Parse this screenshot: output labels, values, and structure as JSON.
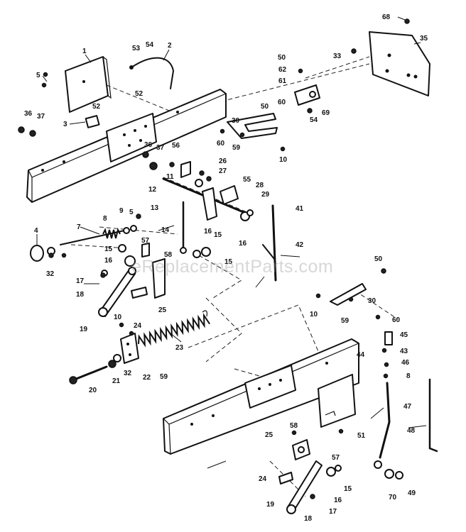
{
  "watermark": "eReplacementParts.com",
  "callouts": [
    {
      "id": "c1",
      "text": "1"
    },
    {
      "id": "c2",
      "text": "2"
    },
    {
      "id": "c3",
      "text": "3"
    },
    {
      "id": "c4",
      "text": "4"
    },
    {
      "id": "c5a",
      "text": "5"
    },
    {
      "id": "c5b",
      "text": "5"
    },
    {
      "id": "c7",
      "text": "7"
    },
    {
      "id": "c8a",
      "text": "8"
    },
    {
      "id": "c8b",
      "text": "8"
    },
    {
      "id": "c9",
      "text": "9"
    },
    {
      "id": "c10a",
      "text": "10"
    },
    {
      "id": "c10b",
      "text": "10"
    },
    {
      "id": "c10c",
      "text": "10"
    },
    {
      "id": "c11",
      "text": "11"
    },
    {
      "id": "c12",
      "text": "12"
    },
    {
      "id": "c13",
      "text": "13"
    },
    {
      "id": "c14",
      "text": "14"
    },
    {
      "id": "c15a",
      "text": "15"
    },
    {
      "id": "c15b",
      "text": "15"
    },
    {
      "id": "c15c",
      "text": "15"
    },
    {
      "id": "c15d",
      "text": "15"
    },
    {
      "id": "c16a",
      "text": "16"
    },
    {
      "id": "c16b",
      "text": "16"
    },
    {
      "id": "c16c",
      "text": "16"
    },
    {
      "id": "c16d",
      "text": "16"
    },
    {
      "id": "c17a",
      "text": "17"
    },
    {
      "id": "c17b",
      "text": "17"
    },
    {
      "id": "c18a",
      "text": "18"
    },
    {
      "id": "c18b",
      "text": "18"
    },
    {
      "id": "c19a",
      "text": "19"
    },
    {
      "id": "c19b",
      "text": "19"
    },
    {
      "id": "c20",
      "text": "20"
    },
    {
      "id": "c21",
      "text": "21"
    },
    {
      "id": "c22",
      "text": "22"
    },
    {
      "id": "c23",
      "text": "23"
    },
    {
      "id": "c24a",
      "text": "24"
    },
    {
      "id": "c24b",
      "text": "24"
    },
    {
      "id": "c25a",
      "text": "25"
    },
    {
      "id": "c25b",
      "text": "25"
    },
    {
      "id": "c26",
      "text": "26"
    },
    {
      "id": "c27",
      "text": "27"
    },
    {
      "id": "c28",
      "text": "28"
    },
    {
      "id": "c29",
      "text": "29"
    },
    {
      "id": "c30a",
      "text": "30"
    },
    {
      "id": "c30b",
      "text": "30"
    },
    {
      "id": "c32a",
      "text": "32"
    },
    {
      "id": "c32b",
      "text": "32"
    },
    {
      "id": "c33",
      "text": "33"
    },
    {
      "id": "c35",
      "text": "35"
    },
    {
      "id": "c36a",
      "text": "36"
    },
    {
      "id": "c36b",
      "text": "36"
    },
    {
      "id": "c37a",
      "text": "37"
    },
    {
      "id": "c37b",
      "text": "37"
    },
    {
      "id": "c41",
      "text": "41"
    },
    {
      "id": "c42",
      "text": "42"
    },
    {
      "id": "c43",
      "text": "43"
    },
    {
      "id": "c44",
      "text": "44"
    },
    {
      "id": "c45",
      "text": "45"
    },
    {
      "id": "c46",
      "text": "46"
    },
    {
      "id": "c47",
      "text": "47"
    },
    {
      "id": "c48",
      "text": "48"
    },
    {
      "id": "c49",
      "text": "49"
    },
    {
      "id": "c50a",
      "text": "50"
    },
    {
      "id": "c50b",
      "text": "50"
    },
    {
      "id": "c50c",
      "text": "50"
    },
    {
      "id": "c51",
      "text": "51"
    },
    {
      "id": "c52a",
      "text": "52"
    },
    {
      "id": "c52b",
      "text": "52"
    },
    {
      "id": "c53",
      "text": "53"
    },
    {
      "id": "c54a",
      "text": "54"
    },
    {
      "id": "c54b",
      "text": "54"
    },
    {
      "id": "c55",
      "text": "55"
    },
    {
      "id": "c56",
      "text": "56"
    },
    {
      "id": "c57a",
      "text": "57"
    },
    {
      "id": "c57b",
      "text": "57"
    },
    {
      "id": "c58a",
      "text": "58"
    },
    {
      "id": "c58b",
      "text": "58"
    },
    {
      "id": "c59a",
      "text": "59"
    },
    {
      "id": "c59b",
      "text": "59"
    },
    {
      "id": "c59c",
      "text": "59"
    },
    {
      "id": "c60a",
      "text": "60"
    },
    {
      "id": "c60b",
      "text": "60"
    },
    {
      "id": "c60c",
      "text": "60"
    },
    {
      "id": "c61",
      "text": "61"
    },
    {
      "id": "c62",
      "text": "62"
    },
    {
      "id": "c68",
      "text": "68"
    },
    {
      "id": "c69",
      "text": "69"
    },
    {
      "id": "c70",
      "text": "70"
    }
  ]
}
